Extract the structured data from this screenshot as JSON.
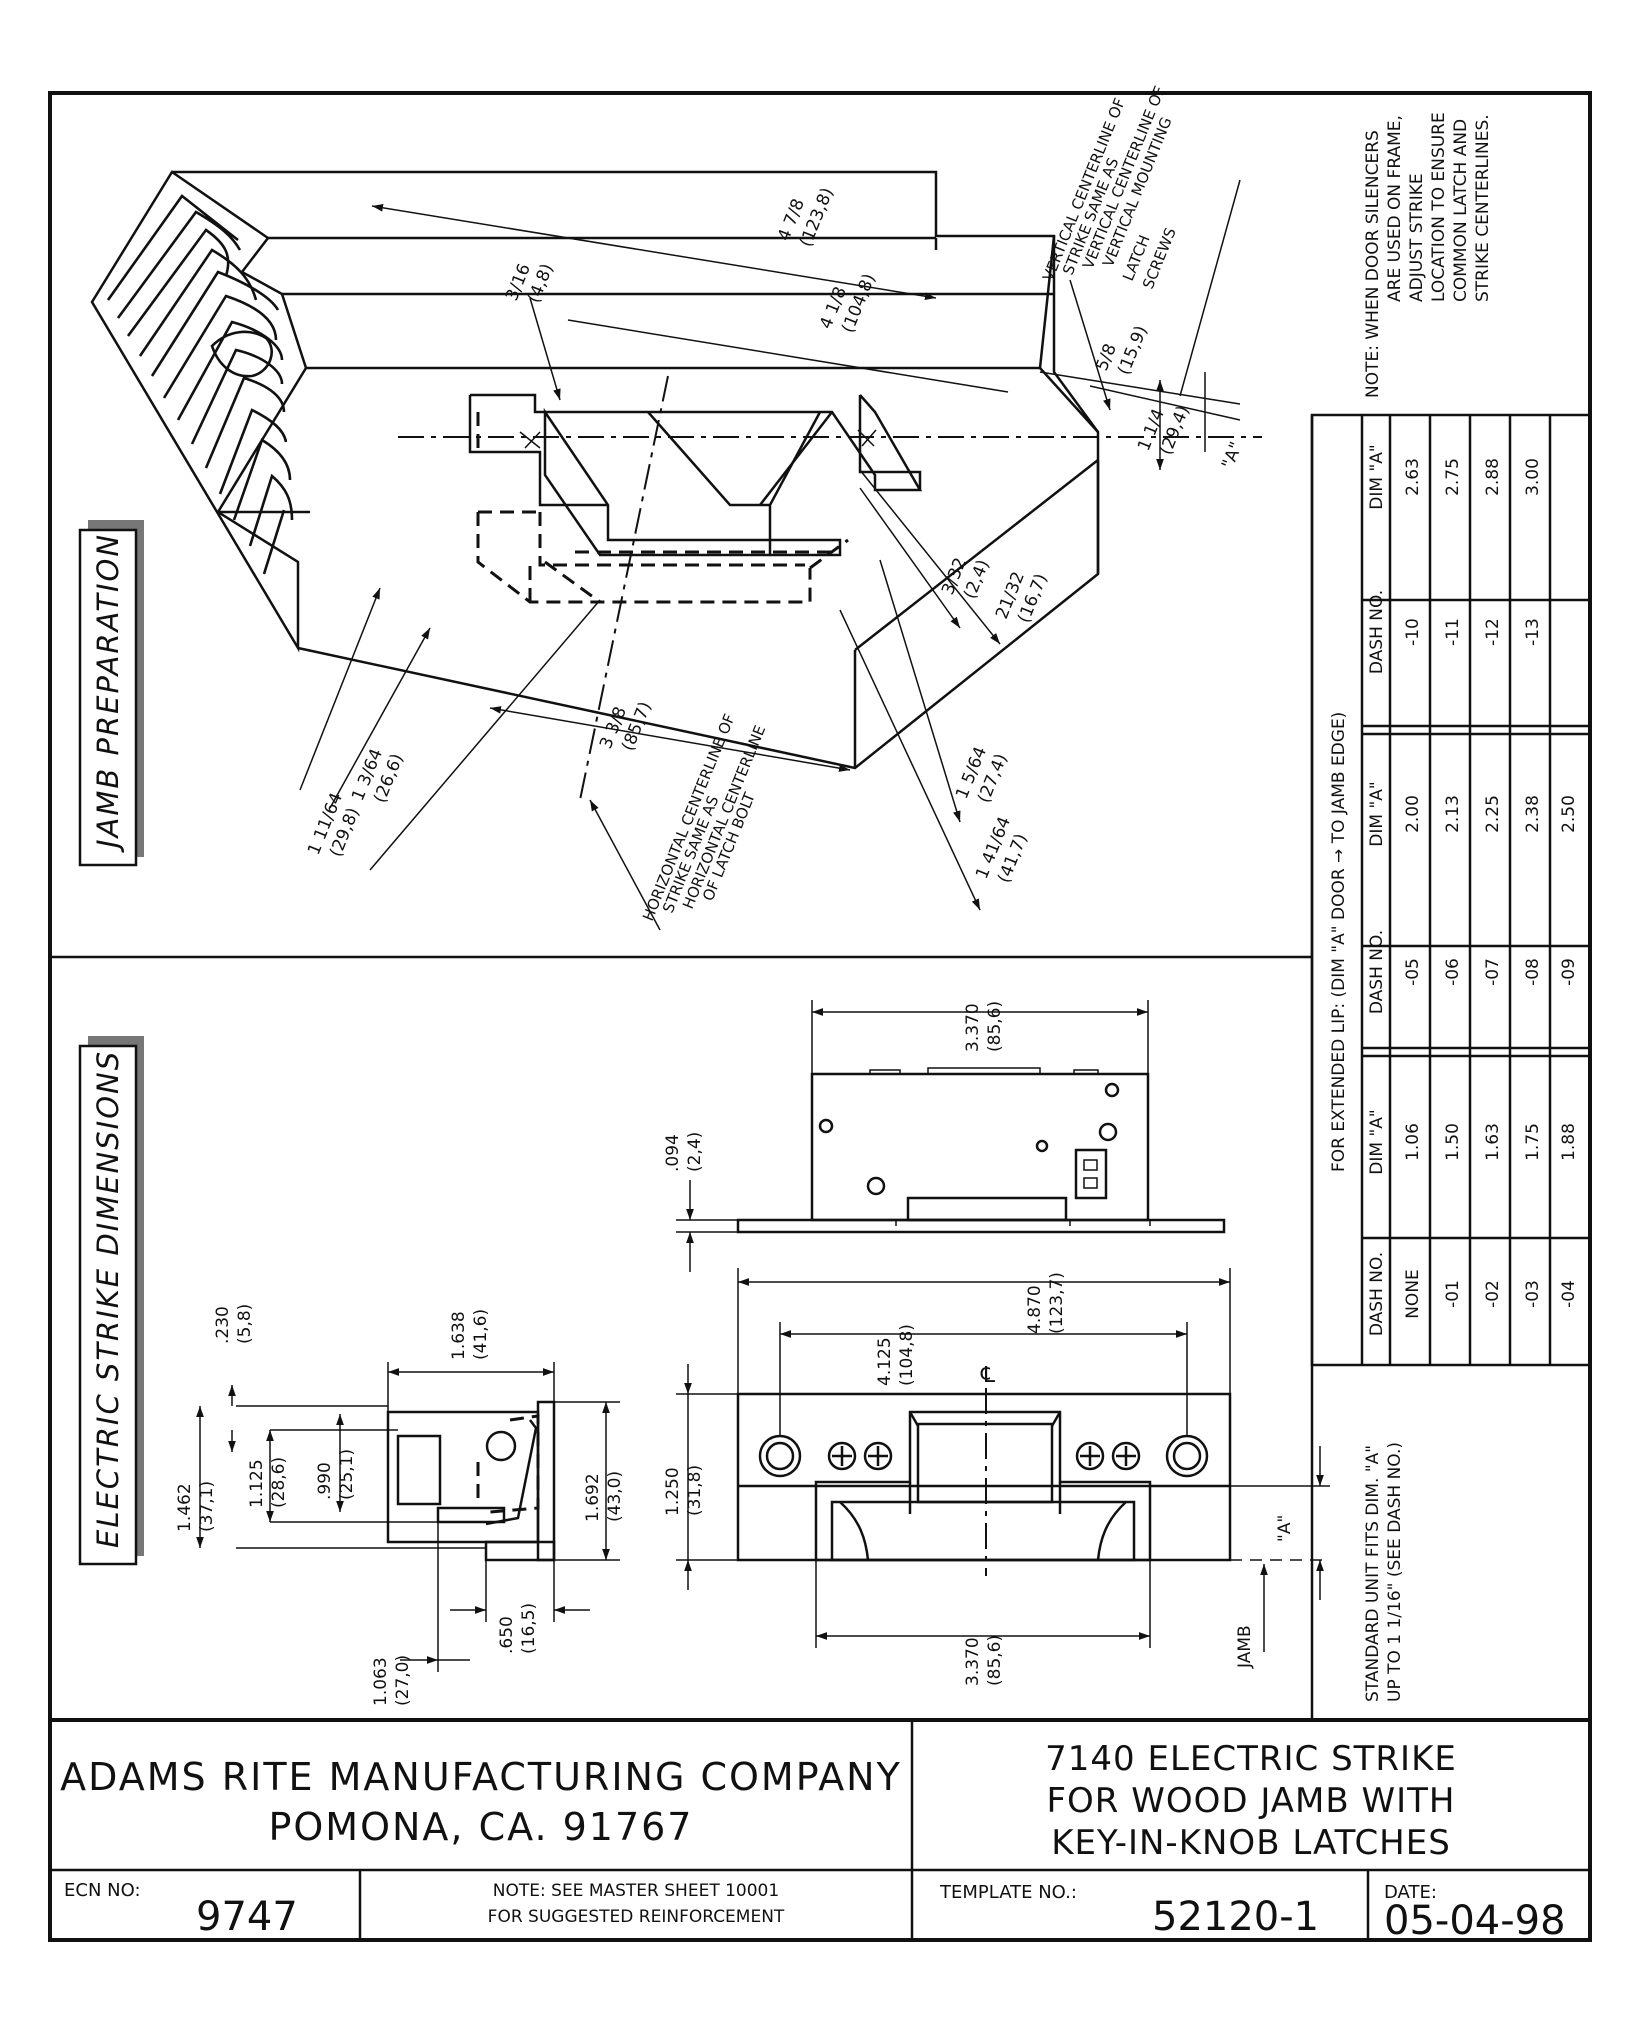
{
  "jamb": {
    "title": "JAMB PREPARATION",
    "dim_4_7_8": "4 7/8",
    "dim_4_7_8_mm": "(123,8)",
    "dim_3_16": "3/16",
    "dim_3_16_mm": "(4,8)",
    "dim_4_1_8": "4 1/8",
    "dim_4_1_8_mm": "(104,8)",
    "dim_5_8": "5/8",
    "dim_5_8_mm": "(15,9)",
    "dim_1_1_4": "1 1/4",
    "dim_1_1_4_mm": "(29,4)",
    "dim_a": "\"A\"",
    "dim_3_32": "3/32",
    "dim_3_32_mm": "(2,4)",
    "dim_21_32": "21/32",
    "dim_21_32_mm": "(16,7)",
    "dim_1_5_64": "1 5/64",
    "dim_1_5_64_mm": "(27,4)",
    "dim_1_41_64": "1 41/64",
    "dim_1_41_64_mm": "(41,7)",
    "dim_3_3_8": "3 3/8",
    "dim_3_3_8_mm": "(85,7)",
    "dim_1_3_64": "1 3/64",
    "dim_1_3_64_mm": "(26,6)",
    "dim_1_11_64": "1 11/64",
    "dim_1_11_64_mm": "(29,8)",
    "vertical_note": [
      "VERTICAL CENTERLINE OF",
      "STRIKE SAME AS",
      "VERTICAL CENTERLINE OF",
      "VERTICAL MOUNTING",
      "LATCH",
      "SCREWS"
    ],
    "horizontal_note": [
      "HORIZONTAL CENTERLINE OF",
      "STRIKE SAME AS",
      "HORIZONTAL CENTERLINE",
      "OF LATCH BOLT"
    ]
  },
  "note": [
    "NOTE:  WHEN DOOR SILENCERS",
    "ARE USED ON FRAME,",
    "ADJUST STRIKE",
    "LOCATION TO ENSURE",
    "COMMON LATCH AND",
    "STRIKE CENTERLINES."
  ],
  "lip_table": {
    "caption": "FOR EXTENDED LIP: (DIM \"A\" DOOR → TO JAMB EDGE)",
    "header_dash": "DASH NO.",
    "header_dim": "DIM \"A\"",
    "groups": [
      [
        [
          "NONE",
          "1.06"
        ],
        [
          "-01",
          "1.50"
        ],
        [
          "-02",
          "1.63"
        ],
        [
          "-03",
          "1.75"
        ],
        [
          "-04",
          "1.88"
        ]
      ],
      [
        [
          "-05",
          "2.00"
        ],
        [
          "-06",
          "2.13"
        ],
        [
          "-07",
          "2.25"
        ],
        [
          "-08",
          "2.38"
        ],
        [
          "-09",
          "2.50"
        ]
      ],
      [
        [
          "-10",
          "2.63"
        ],
        [
          "-11",
          "2.75"
        ],
        [
          "-12",
          "2.88"
        ],
        [
          "-13",
          "3.00"
        ],
        [
          "",
          ""
        ]
      ]
    ]
  },
  "strike": {
    "title": "ELECTRIC STRIKE DIMENSIONS",
    "d_230": ".230",
    "d_230_mm": "(5,8)",
    "d_1638": "1.638",
    "d_1638_mm": "(41,6)",
    "d_1462": "1.462",
    "d_1462_mm": "(37,1)",
    "d_1125": "1.125",
    "d_1125_mm": "(28,6)",
    "d_990": ".990",
    "d_990_mm": "(25,1)",
    "d_1692": "1.692",
    "d_1692_mm": "(43,0)",
    "d_650": ".650",
    "d_650_mm": "(16,5)",
    "d_1063": "1.063",
    "d_1063_mm": "(27,0)",
    "d_094": ".094",
    "d_094_mm": "(2,4)",
    "d_3370_top": "3.370",
    "d_3370_top_mm": "(85,6)",
    "d_4870": "4.870",
    "d_4870_mm": "(123,7)",
    "d_4125": "4.125",
    "d_4125_mm": "(104,8)",
    "d_1250": "1.250",
    "d_1250_mm": "(31,8)",
    "d_3370_bot": "3.370",
    "d_3370_bot_mm": "(85,6)",
    "dim_a": "\"A\"",
    "jamb_label": "JAMB",
    "centerline_symbol": "℄",
    "standard_note": [
      "STANDARD UNIT FITS DIM. \"A\"",
      "UP TO 1 1/16\" (SEE DASH NO.)"
    ]
  },
  "title_block": {
    "company": "ADAMS RITE MANUFACTURING COMPANY",
    "address": "POMONA, CA.   91767",
    "product": [
      "7140 ELECTRIC STRIKE",
      "FOR WOOD JAMB WITH",
      "KEY-IN-KNOB LATCHES"
    ],
    "ecn_label": "ECN NO:",
    "ecn_value": "9747",
    "master_note": [
      "NOTE: SEE MASTER SHEET 10001",
      "FOR SUGGESTED REINFORCEMENT"
    ],
    "template_label": "TEMPLATE NO.:",
    "template_value": "52120-1",
    "date_label": "DATE:",
    "date_value": "05-04-98"
  }
}
